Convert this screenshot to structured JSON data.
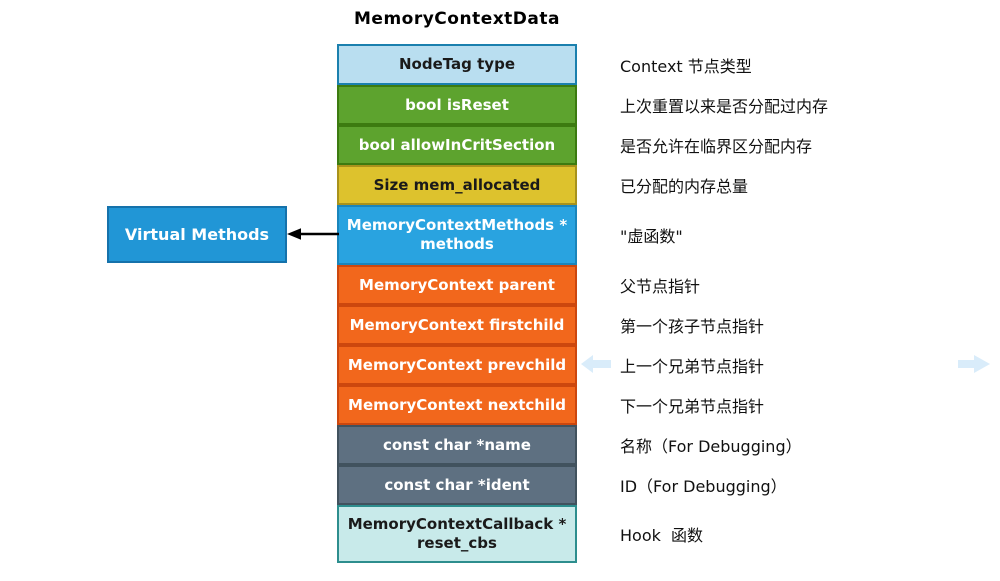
{
  "title": "MemoryContextData",
  "virtual_methods": {
    "label": "Virtual Methods",
    "fill": "#2196d6",
    "border": "#1572ab",
    "text_color": "#ffffff"
  },
  "struct": {
    "rows": [
      {
        "field": "NodeTag type",
        "annotation": "Context 节点类型",
        "fill": "#b9def0",
        "border": "#1b80ae",
        "text_color": "#1a1a1a"
      },
      {
        "field": "bool isReset",
        "annotation": "上次重置以来是否分配过内存",
        "fill": "#5da32e",
        "border": "#3c7b10",
        "text_color": "#ffffff"
      },
      {
        "field": "bool allowInCritSection",
        "annotation": "是否允许在临界区分配内存",
        "fill": "#5da32e",
        "border": "#3c7b10",
        "text_color": "#ffffff"
      },
      {
        "field": "Size mem_allocated",
        "annotation": "已分配的内存总量",
        "fill": "#ddc22d",
        "border": "#a8921c",
        "text_color": "#1a1a1a"
      },
      {
        "field": "MemoryContextMethods *\nmethods",
        "annotation": "\"虚函数\"",
        "fill": "#29a3e0",
        "border": "#1a85bb",
        "text_color": "#ffffff"
      },
      {
        "field": "MemoryContext parent",
        "annotation": "父节点指针",
        "fill": "#f2671c",
        "border": "#cc470e",
        "text_color": "#ffffff"
      },
      {
        "field": "MemoryContext firstchild",
        "annotation": "第一个孩子节点指针",
        "fill": "#f2671c",
        "border": "#cc470e",
        "text_color": "#ffffff"
      },
      {
        "field": "MemoryContext prevchild",
        "annotation": "上一个兄弟节点指针",
        "fill": "#f2671c",
        "border": "#cc470e",
        "text_color": "#ffffff"
      },
      {
        "field": "MemoryContext nextchild",
        "annotation": "下一个兄弟节点指针",
        "fill": "#f2671c",
        "border": "#cc470e",
        "text_color": "#ffffff"
      },
      {
        "field": "const char *name",
        "annotation": "名称（For Debugging）",
        "fill": "#5e7081",
        "border": "#41525e",
        "text_color": "#ffffff"
      },
      {
        "field": "const char *ident",
        "annotation": "ID（For Debugging）",
        "fill": "#5e7081",
        "border": "#41525e",
        "text_color": "#ffffff"
      },
      {
        "field": "MemoryContextCallback *\nreset_cbs",
        "annotation": "Hook  函数",
        "fill": "#c8eaea",
        "border": "#2d8e8e",
        "text_color": "#1a1a1a"
      }
    ]
  },
  "arrows": {
    "pale_color": "#d9ecfa",
    "black_color": "#000000"
  }
}
